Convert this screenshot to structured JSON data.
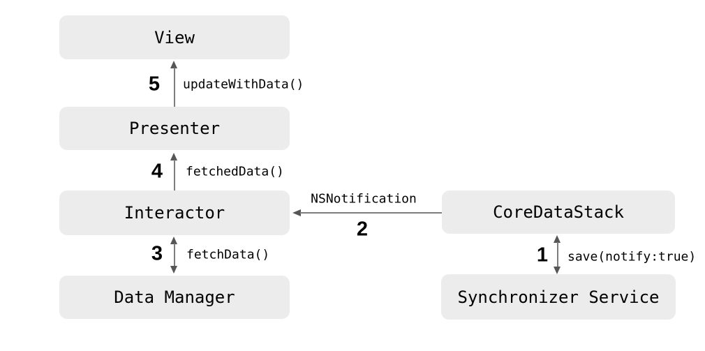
{
  "diagram": {
    "background": "#ffffff",
    "node_fill": "#ececec",
    "arrow_color": "#6b6b6b",
    "text_color": "#000000",
    "nodes": {
      "view": {
        "label": "View"
      },
      "presenter": {
        "label": "Presenter"
      },
      "interactor": {
        "label": "Interactor"
      },
      "data_manager": {
        "label": "Data Manager"
      },
      "core_data_stack": {
        "label": "CoreDataStack"
      },
      "synchronizer_service": {
        "label": "Synchronizer Service"
      }
    },
    "edges": {
      "e1": {
        "step": "1",
        "label": "save(notify:true)",
        "from": "CoreDataStack",
        "to": "Synchronizer Service",
        "arrows": "both"
      },
      "e2": {
        "step": "2",
        "label": "NSNotification",
        "from": "CoreDataStack",
        "to": "Interactor",
        "arrows": "to"
      },
      "e3": {
        "step": "3",
        "label": "fetchData()",
        "from": "Interactor",
        "to": "Data Manager",
        "arrows": "both"
      },
      "e4": {
        "step": "4",
        "label": "fetchedData()",
        "from": "Interactor",
        "to": "Presenter",
        "arrows": "to"
      },
      "e5": {
        "step": "5",
        "label": "updateWithData()",
        "from": "Presenter",
        "to": "View",
        "arrows": "to"
      }
    }
  }
}
